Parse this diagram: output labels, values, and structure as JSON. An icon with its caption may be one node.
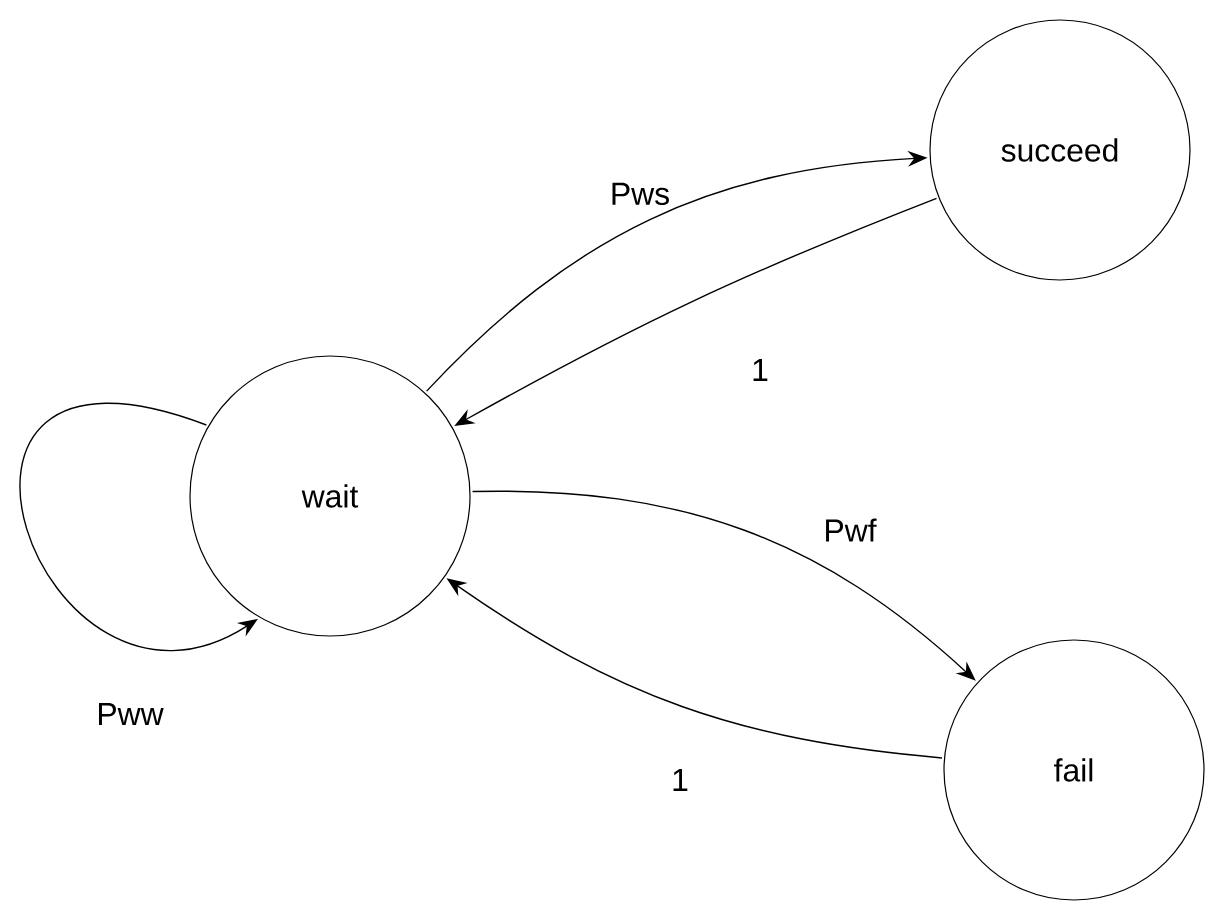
{
  "diagram": {
    "nodes": [
      {
        "text": [
          "wait"
        ]
      },
      {
        "text": [
          "succeed"
        ]
      },
      {
        "text": [
          "fail"
        ]
      }
    ],
    "edges": [
      {
        "from": 0,
        "to": 0,
        "arrow": "to",
        "label": "Pww"
      },
      {
        "from": 0,
        "to": 1,
        "arrow": "to",
        "label": "Pws"
      },
      {
        "from": 1,
        "to": 0,
        "arrow": "to",
        "label": "1"
      },
      {
        "from": 0,
        "to": 2,
        "arrow": "to",
        "label": "Pwf"
      },
      {
        "from": 2,
        "to": 0,
        "arrow": "to",
        "label": "1"
      }
    ]
  }
}
